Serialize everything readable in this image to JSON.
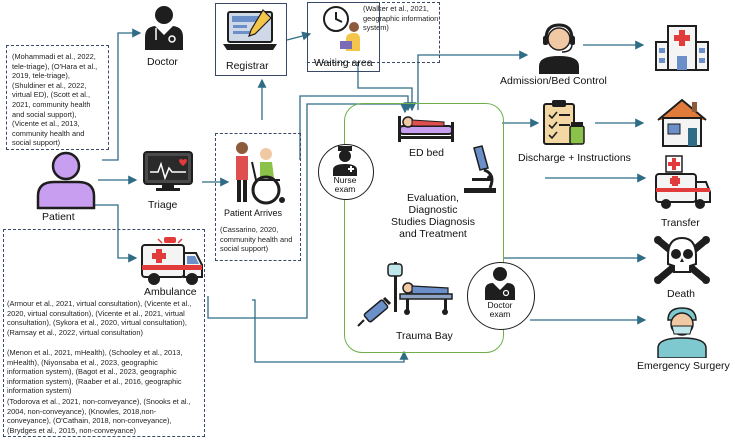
{
  "nodes": {
    "doctor": "Doctor",
    "registrar": "Registrar",
    "waiting_area": "Waiting area",
    "admission": "Admission/Bed Control",
    "discharge": "Discharge + Instructions",
    "transfer": "Transfer",
    "death": "Death",
    "emergency_surgery": "Emergency Surgery",
    "patient": "Patient",
    "triage": "Triage",
    "patient_arrives": "Patient Arrives",
    "ambulance": "Ambulance",
    "ed_bed": "ED bed",
    "nurse_exam": "Nurse\nexam",
    "evaluation": "Evaluation,\nDiagnostic\nStudies Diagnosis\nand Treatment",
    "trauma_bay": "Trauma Bay",
    "doctor_exam": "Doctor\nexam"
  },
  "references": {
    "patient_refs": "(Mohammadi et al., 2022,\ntele-triage), (O'Hara et al.,\n2019, tele-triage),\n(Shuldiner et al., 2022,\nvirtual ED), (Scott et al.,\n2021, community health\nand social support),\n(Vicente et al., 2013,\ncommunity health and\nsocial support)",
    "waiting_refs": "(Walker et al., 2021,\ngeographic information\nsystem)",
    "arrives_refs": "(Cassarino, 2020,\ncommunity health and\nsocial support)",
    "ambulance_refs_1": "(Armour et al., 2021, virtual consultation), (Vicente et al.,\n2020, virtual consultation), (Vicente et al., 2021, virtual\nconsultation), (Sykora et al., 2020, virtual consultation),\n(Ramsay et al., 2022, virtual consultation)",
    "ambulance_refs_2": "(Menon et al., 2021, mHealth), (Schooley et al., 2013,\nmHealth), (Niyonsaba et al., 2023, geographic\ninformation system), (Bagot et al., 2023, geographic\ninformation system), (Raaber et al., 2016, geographic\ninformation system)",
    "ambulance_refs_3": "(Todorova et al., 2021, non-conveyance), (Snooks et al.,\n2004, non-conveyance), (Knowles, 2018,non-\nconveyance), (O'Cathain, 2018, non-conveyance),\n(Brydges et al., 2015, non-conveyance)"
  },
  "colors": {
    "arrow": "#2f6c86",
    "ed_box_border": "#6fb04a",
    "patient_fill": "#c89ef0",
    "icon_dark": "#1e1e1e",
    "ambulance_red": "#e23b3b",
    "hospital_red": "#e23b3b",
    "surgeon_teal": "#7ec8cf",
    "house_orange": "#e07b3c"
  },
  "icons": [
    "doctor-icon",
    "registrar-laptop-icon",
    "clock-waiting-icon",
    "headset-operator-icon",
    "hospital-icon",
    "discharge-clipboard-icon",
    "house-icon",
    "microscope-icon",
    "transfer-ambulance-icon",
    "skull-icon",
    "surgeon-icon",
    "patient-icon",
    "ecg-monitor-icon",
    "wheelchair-icon",
    "ambulance-icon",
    "ed-bed-icon",
    "nurse-icon",
    "syringe-icon",
    "trauma-bed-icon",
    "doctor-exam-icon"
  ]
}
